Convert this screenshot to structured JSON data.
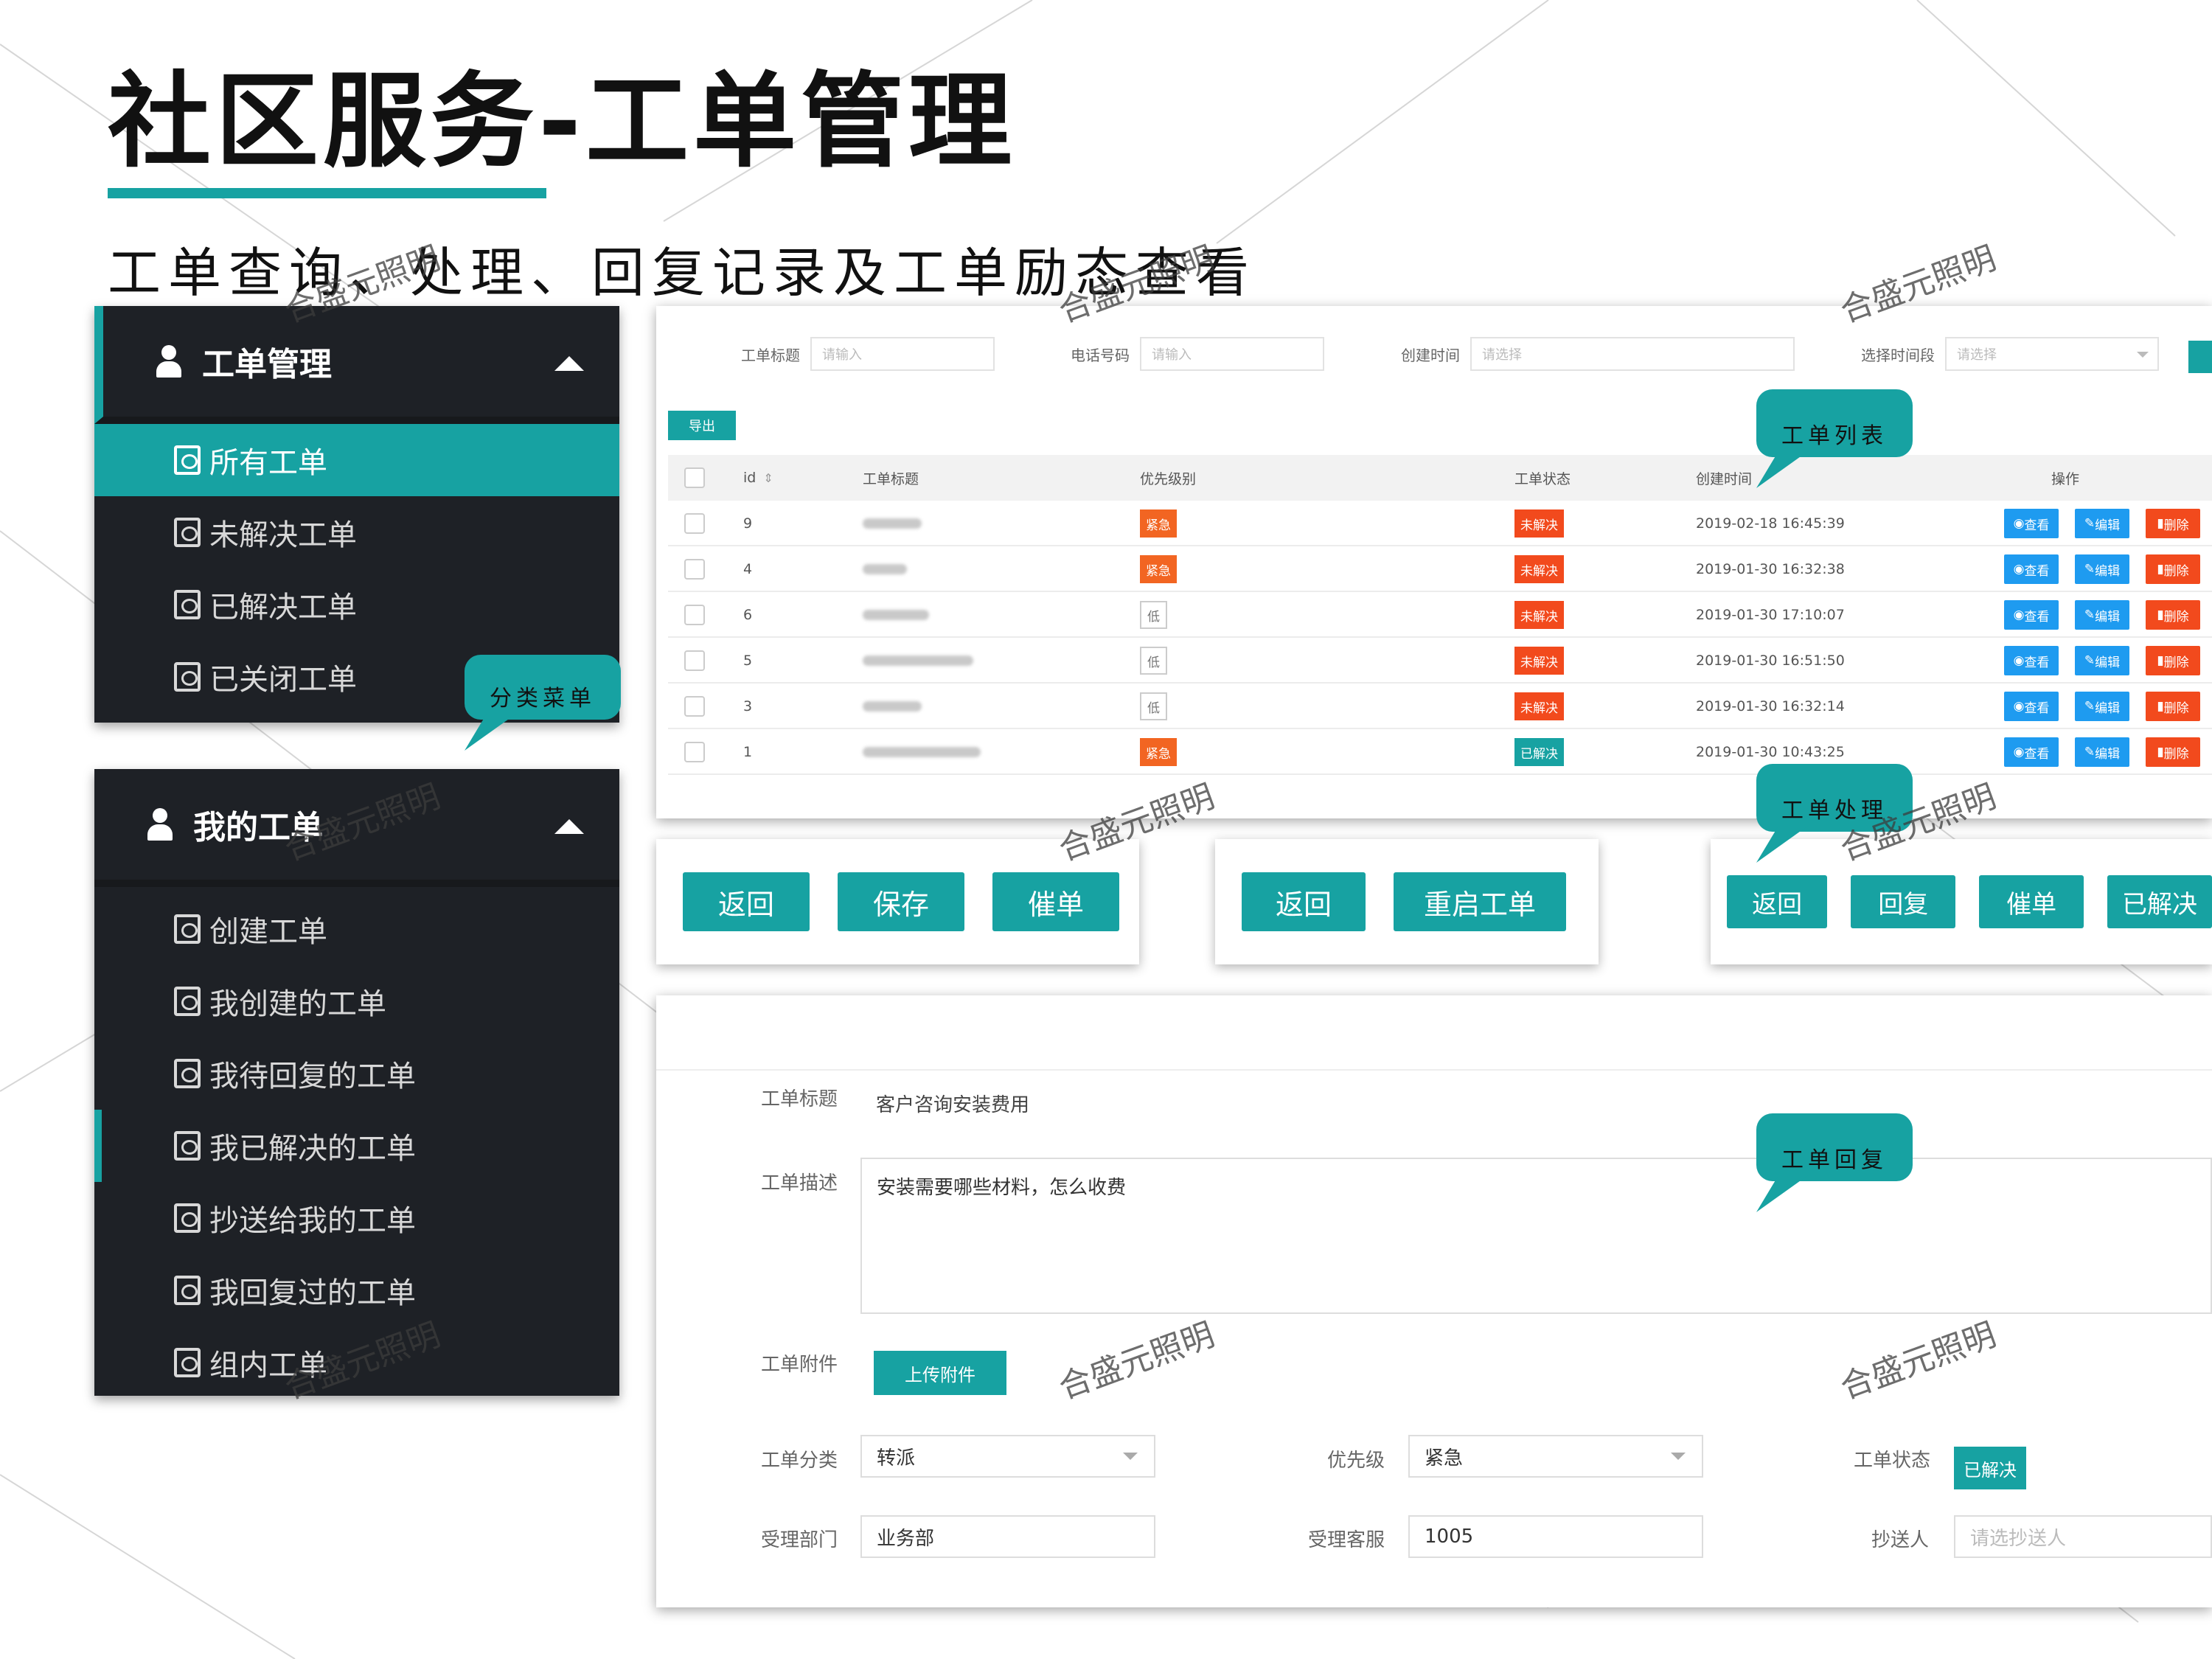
{
  "page": {
    "title": "社区服务-工单管理",
    "subtitle": "工单查询、处理、回复记录及工单励态查看",
    "accent_color": "#17a2a2",
    "watermark": "合盛元照明"
  },
  "menu1": {
    "header": "工单管理",
    "items": [
      "所有工单",
      "未解决工单",
      "已解决工单",
      "已关闭工单"
    ]
  },
  "menu2": {
    "header": "我的工单",
    "items": [
      "创建工单",
      "我创建的工单",
      "我待回复的工单",
      "我已解决的工单",
      "抄送给我的工单",
      "我回复过的工单",
      "组内工单"
    ]
  },
  "callouts": {
    "category_menu": "分类菜单",
    "ticket_list": "工单列表",
    "ticket_process": "工单处理",
    "ticket_reply": "工单回复"
  },
  "filters": {
    "title_label": "工单标题",
    "title_placeholder": "请输入",
    "phone_label": "电话号码",
    "phone_placeholder": "请输入",
    "created_label": "创建时间",
    "created_placeholder": "请选择",
    "period_label": "选择时间段",
    "period_placeholder": "请选择",
    "export": "导出"
  },
  "table": {
    "headers": [
      "id",
      "工单标题",
      "优先级别",
      "工单状态",
      "创建时间",
      "操作"
    ],
    "rows": [
      {
        "id": "9",
        "priority": "紧急",
        "priority_type": "urgent",
        "status": "未解决",
        "status_type": "open",
        "created": "2019-02-18 16:45:39"
      },
      {
        "id": "4",
        "priority": "紧急",
        "priority_type": "urgent",
        "status": "未解决",
        "status_type": "open",
        "created": "2019-01-30 16:32:38"
      },
      {
        "id": "6",
        "priority": "低",
        "priority_type": "low",
        "status": "未解决",
        "status_type": "open",
        "created": "2019-01-30 17:10:07"
      },
      {
        "id": "5",
        "priority": "低",
        "priority_type": "low",
        "status": "未解决",
        "status_type": "open",
        "created": "2019-01-30 16:51:50"
      },
      {
        "id": "3",
        "priority": "低",
        "priority_type": "low",
        "status": "未解决",
        "status_type": "open",
        "created": "2019-01-30 16:32:14"
      },
      {
        "id": "1",
        "priority": "紧急",
        "priority_type": "urgent",
        "status": "已解决",
        "status_type": "done",
        "created": "2019-01-30 10:43:25"
      }
    ],
    "actions": {
      "view": "查看",
      "edit": "编辑",
      "delete": "删除"
    }
  },
  "buttons": {
    "group_a": [
      "返回",
      "保存",
      "催单"
    ],
    "group_b": [
      "返回",
      "重启工单"
    ],
    "group_c": [
      "返回",
      "回复",
      "催单",
      "已解决"
    ]
  },
  "form": {
    "title_label": "工单标题",
    "title_value": "客户咨询安装费用",
    "desc_label": "工单描述",
    "desc_value": "安装需要哪些材料，怎么收费",
    "attach_label": "工单附件",
    "upload_button": "上传附件",
    "category_label": "工单分类",
    "category_value": "转派",
    "priority_label": "优先级",
    "priority_value": "紧急",
    "status_label": "工单状态",
    "status_value": "已解决",
    "dept_label": "受理部门",
    "dept_value": "业务部",
    "agent_label": "受理客服",
    "agent_value": "1005",
    "cc_label": "抄送人",
    "cc_placeholder": "请选抄送人"
  }
}
